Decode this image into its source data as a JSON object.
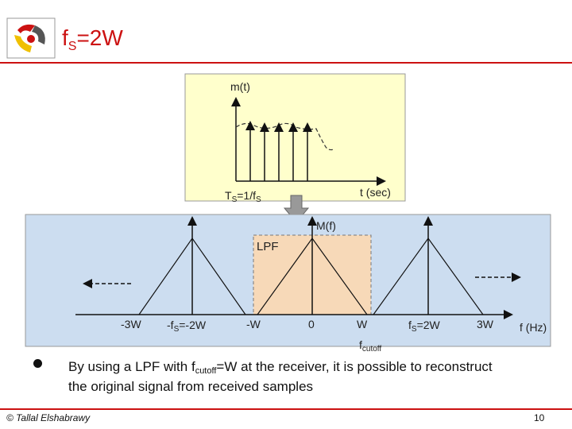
{
  "slide": {
    "title_main": "f",
    "title_sub": "S",
    "title_rest": "=2W",
    "page_number": "10",
    "copyright": "© Tallal Elshabrawy"
  },
  "time_plot": {
    "signal_label": "m(t)",
    "axis_label": "t (sec)",
    "period_main": "T",
    "period_sub": "S",
    "period_mid": "=1/f",
    "period_sub2": "S"
  },
  "freq_plot": {
    "spectrum_label": "M(f)",
    "filter_label": "LPF",
    "axis_label": "f (Hz)",
    "ticks": {
      "neg3w": "-3W",
      "neg_fs_main": "-f",
      "neg_fs_sub": "S",
      "neg_fs_rest": "=-2W",
      "negw": "-W",
      "zero": "0",
      "w": "W",
      "fs_main": "f",
      "fs_sub": "S",
      "fs_rest": "=2W",
      "three_w": "3W"
    },
    "cutoff_main": "f",
    "cutoff_sub": "cutoff"
  },
  "bullet": {
    "part1": "By using a LPF with f",
    "sub": "cutoff",
    "part2": "=W at the receiver, it is possible to reconstruct the original signal from received samples"
  },
  "colors": {
    "accent": "#cc1111",
    "time_panel": "#ffffcc",
    "freq_panel": "#ccddf0",
    "lpf_box": "#f7d9b8"
  }
}
